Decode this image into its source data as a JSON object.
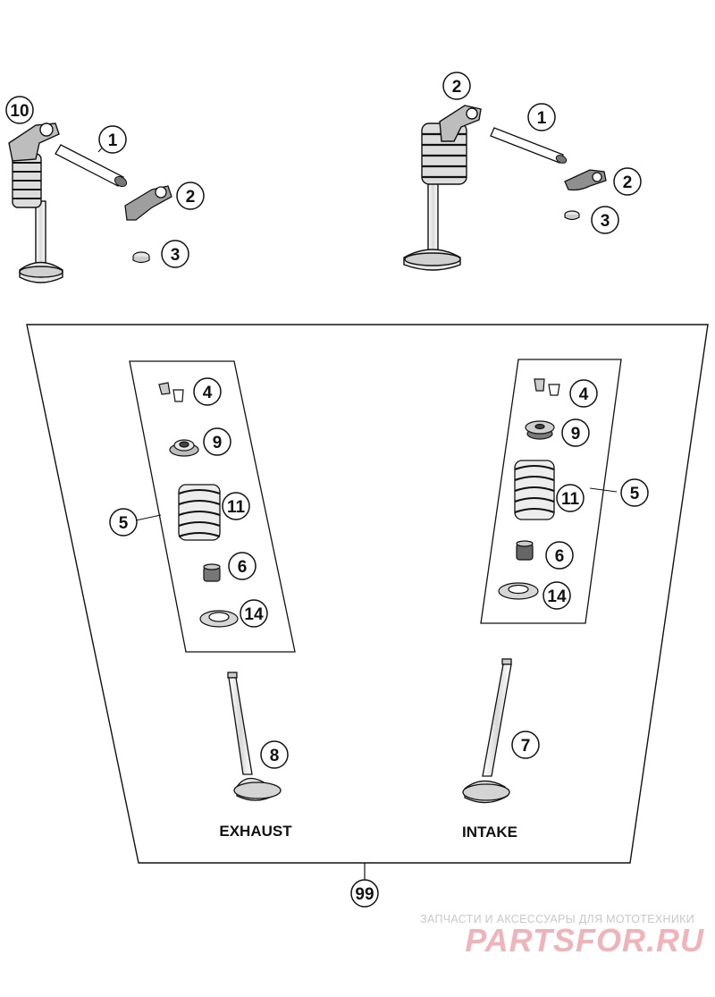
{
  "callouts": {
    "top_left": {
      "ten": "10",
      "one": "1",
      "two": "2",
      "three": "3"
    },
    "top_right": {
      "two_top": "2",
      "one": "1",
      "two": "2",
      "three": "3"
    },
    "exhaust_kit": {
      "four": "4",
      "nine": "9",
      "five": "5",
      "eleven": "11",
      "six": "6",
      "fourteen": "14"
    },
    "intake_kit": {
      "four": "4",
      "nine": "9",
      "five": "5",
      "eleven": "11",
      "six": "6",
      "fourteen": "14"
    },
    "valves": {
      "eight": "8",
      "seven": "7"
    },
    "assembly": "99"
  },
  "labels": {
    "exhaust": "EXHAUST",
    "intake": "INTAKE"
  },
  "watermark": {
    "tagline": "ЗАПЧАСТИ И АКСЕССУАРЫ ДЛЯ МОТОТЕХНИКИ",
    "brand": "PARTSFOR.RU",
    "color": "#f0b3b9"
  }
}
